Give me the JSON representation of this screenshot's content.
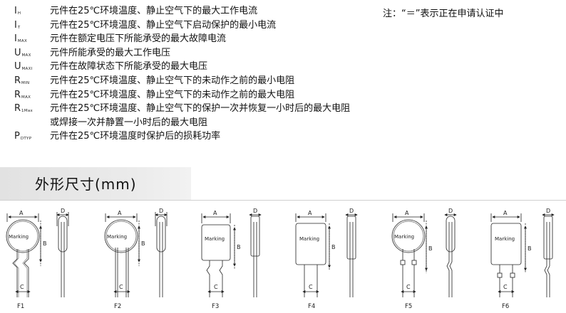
{
  "definitions": [
    {
      "sym": "I",
      "sub": "H",
      "desc": "元件在25℃环境温度、静止空气下的最大工作电流"
    },
    {
      "sym": "I",
      "sub": "T",
      "desc": "元件在25℃环境温度、静止空气下启动保护的最小电流"
    },
    {
      "sym": "I",
      "sub": "MAX",
      "desc": "元件在额定电压下所能承受的最大故障电流"
    },
    {
      "sym": "U",
      "sub": "MAX",
      "desc": "元件所能承受的最大工作电压"
    },
    {
      "sym": "U",
      "sub": "MAXI",
      "desc": "元件在故障状态下所能承受的最大电压"
    },
    {
      "sym": "R",
      "sub": "MIN",
      "desc": "元件在25℃环境温度、静止空气下的未动作之前的最小电阻"
    },
    {
      "sym": "R",
      "sub": "MAX",
      "desc": "元件在25℃环境温度、静止空气下的未动作之前的最大电阻"
    },
    {
      "sym": "R",
      "sub": "1Max",
      "desc": "元件在25℃环境温度、静止空气下的保护一次并恢复一小时后的最大电阻"
    },
    {
      "sym": "",
      "sub": "",
      "desc": "或焊接一次并静置一小时后的最大电阻"
    },
    {
      "sym": "P",
      "sub": "DTYP",
      "desc": "元件在25℃环境温度时保护后的损耗功率"
    }
  ],
  "note": "注：“＝”表示正在申请认证中",
  "section_title": "外形尺寸(mm)",
  "marking_text": "Marking",
  "dim_labels": {
    "a": "A",
    "b": "B",
    "c": "C",
    "d": "D"
  },
  "figures": [
    "F1",
    "F2",
    "F3",
    "F4",
    "F5",
    "F6"
  ]
}
